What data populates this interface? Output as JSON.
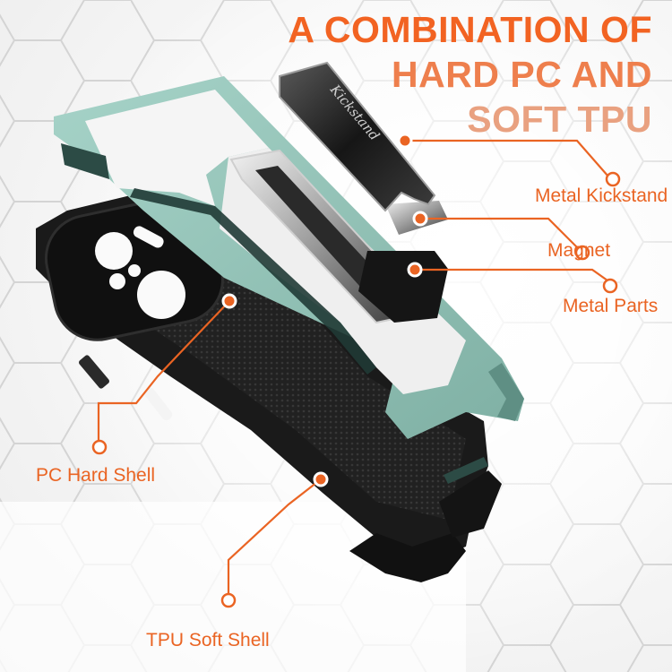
{
  "headline": {
    "line1": "A COMBINATION OF",
    "line2": "HARD PC AND",
    "line3": "SOFT TPU"
  },
  "product": {
    "kickstand_engraving": "Kickstand",
    "frame_color": "#8fbdb2",
    "shell_color": "#1b1b1b"
  },
  "callouts": [
    {
      "id": "metal-kickstand",
      "label": "Metal Kickstand"
    },
    {
      "id": "magnet",
      "label": "Magnet"
    },
    {
      "id": "metal-parts",
      "label": "Metal Parts"
    },
    {
      "id": "pc-hard-shell",
      "label": "PC Hard Shell"
    },
    {
      "id": "tpu-soft-shell",
      "label": "TPU Soft Shell"
    }
  ],
  "colors": {
    "accent": "#ea6423",
    "title_primary": "#f26322",
    "title_secondary": "#ee7f4d",
    "title_tertiary": "#e9a180",
    "hex_lines": "#d6d6d6"
  }
}
